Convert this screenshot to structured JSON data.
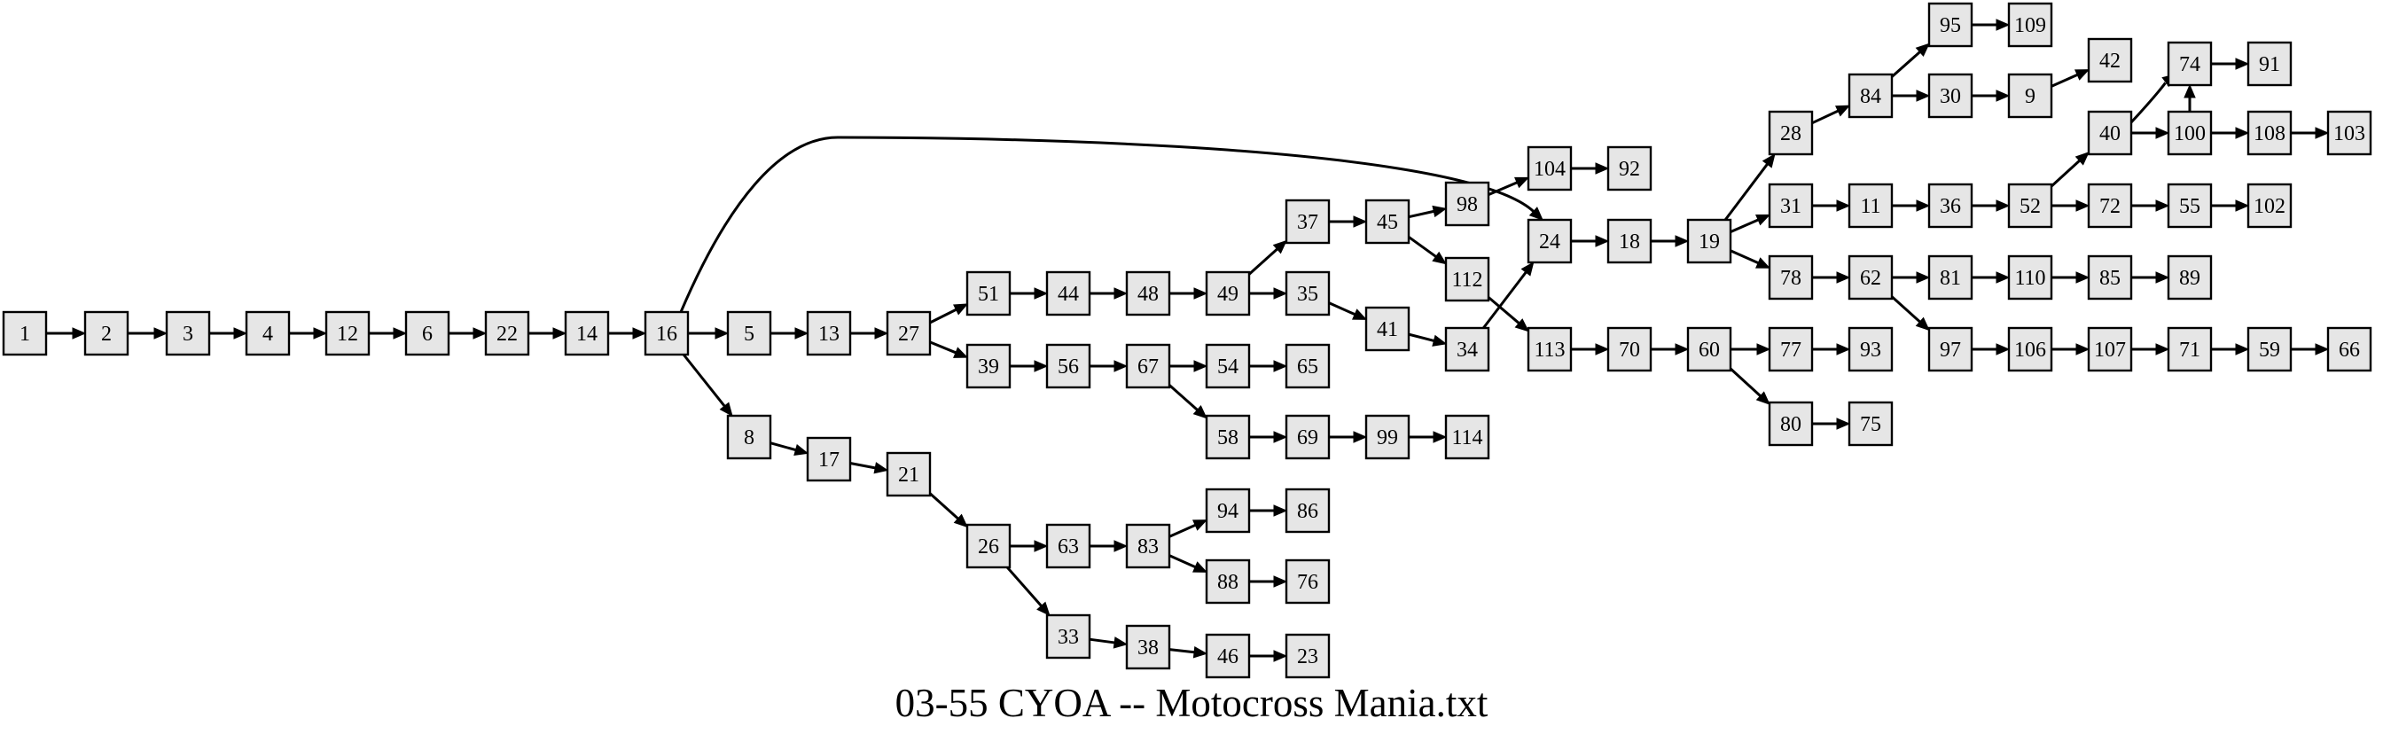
{
  "title": "03-55 CYOA -- Motocross Mania.txt",
  "colors": {
    "node_fill": "#e6e6e6",
    "stroke": "#000000",
    "background": "#ffffff"
  },
  "nodes": [
    "1",
    "2",
    "3",
    "4",
    "12",
    "6",
    "22",
    "14",
    "16",
    "5",
    "13",
    "27",
    "51",
    "44",
    "48",
    "49",
    "37",
    "45",
    "98",
    "104",
    "92",
    "35",
    "41",
    "34",
    "24",
    "18",
    "19",
    "28",
    "84",
    "95",
    "109",
    "30",
    "9",
    "42",
    "31",
    "11",
    "36",
    "52",
    "40",
    "74",
    "91",
    "100",
    "108",
    "103",
    "72",
    "55",
    "102",
    "78",
    "62",
    "81",
    "110",
    "85",
    "89",
    "97",
    "106",
    "107",
    "71",
    "59",
    "66",
    "112",
    "113",
    "70",
    "60",
    "77",
    "93",
    "80",
    "75",
    "39",
    "56",
    "67",
    "54",
    "65",
    "58",
    "69",
    "99",
    "114",
    "8",
    "17",
    "21",
    "26",
    "63",
    "83",
    "94",
    "86",
    "88",
    "76",
    "33",
    "38",
    "46",
    "23"
  ],
  "edges": [
    [
      "1",
      "2"
    ],
    [
      "2",
      "3"
    ],
    [
      "3",
      "4"
    ],
    [
      "4",
      "12"
    ],
    [
      "12",
      "6"
    ],
    [
      "6",
      "22"
    ],
    [
      "22",
      "14"
    ],
    [
      "14",
      "16"
    ],
    [
      "16",
      "5"
    ],
    [
      "16",
      "8"
    ],
    [
      "16",
      "24"
    ],
    [
      "5",
      "13"
    ],
    [
      "13",
      "27"
    ],
    [
      "27",
      "51"
    ],
    [
      "27",
      "39"
    ],
    [
      "51",
      "44"
    ],
    [
      "44",
      "48"
    ],
    [
      "48",
      "49"
    ],
    [
      "49",
      "37"
    ],
    [
      "49",
      "35"
    ],
    [
      "37",
      "45"
    ],
    [
      "45",
      "98"
    ],
    [
      "45",
      "112"
    ],
    [
      "98",
      "104"
    ],
    [
      "104",
      "92"
    ],
    [
      "35",
      "41"
    ],
    [
      "41",
      "34"
    ],
    [
      "34",
      "24"
    ],
    [
      "112",
      "113"
    ],
    [
      "24",
      "18"
    ],
    [
      "18",
      "19"
    ],
    [
      "19",
      "28"
    ],
    [
      "19",
      "31"
    ],
    [
      "19",
      "78"
    ],
    [
      "28",
      "84"
    ],
    [
      "84",
      "95"
    ],
    [
      "84",
      "30"
    ],
    [
      "95",
      "109"
    ],
    [
      "30",
      "9"
    ],
    [
      "9",
      "42"
    ],
    [
      "31",
      "11"
    ],
    [
      "11",
      "36"
    ],
    [
      "36",
      "52"
    ],
    [
      "52",
      "40"
    ],
    [
      "52",
      "72"
    ],
    [
      "40",
      "74"
    ],
    [
      "40",
      "100"
    ],
    [
      "74",
      "91"
    ],
    [
      "100",
      "74"
    ],
    [
      "100",
      "108"
    ],
    [
      "108",
      "103"
    ],
    [
      "72",
      "55"
    ],
    [
      "55",
      "102"
    ],
    [
      "78",
      "62"
    ],
    [
      "62",
      "81"
    ],
    [
      "62",
      "97"
    ],
    [
      "81",
      "110"
    ],
    [
      "110",
      "85"
    ],
    [
      "85",
      "89"
    ],
    [
      "97",
      "106"
    ],
    [
      "106",
      "107"
    ],
    [
      "107",
      "71"
    ],
    [
      "71",
      "59"
    ],
    [
      "59",
      "66"
    ],
    [
      "113",
      "70"
    ],
    [
      "70",
      "60"
    ],
    [
      "60",
      "77"
    ],
    [
      "60",
      "80"
    ],
    [
      "77",
      "93"
    ],
    [
      "80",
      "75"
    ],
    [
      "39",
      "56"
    ],
    [
      "56",
      "67"
    ],
    [
      "67",
      "54"
    ],
    [
      "67",
      "58"
    ],
    [
      "54",
      "65"
    ],
    [
      "58",
      "69"
    ],
    [
      "69",
      "99"
    ],
    [
      "99",
      "114"
    ],
    [
      "8",
      "17"
    ],
    [
      "17",
      "21"
    ],
    [
      "21",
      "26"
    ],
    [
      "26",
      "63"
    ],
    [
      "26",
      "33"
    ],
    [
      "63",
      "83"
    ],
    [
      "83",
      "94"
    ],
    [
      "83",
      "88"
    ],
    [
      "94",
      "86"
    ],
    [
      "88",
      "76"
    ],
    [
      "33",
      "38"
    ],
    [
      "38",
      "46"
    ],
    [
      "46",
      "23"
    ]
  ]
}
